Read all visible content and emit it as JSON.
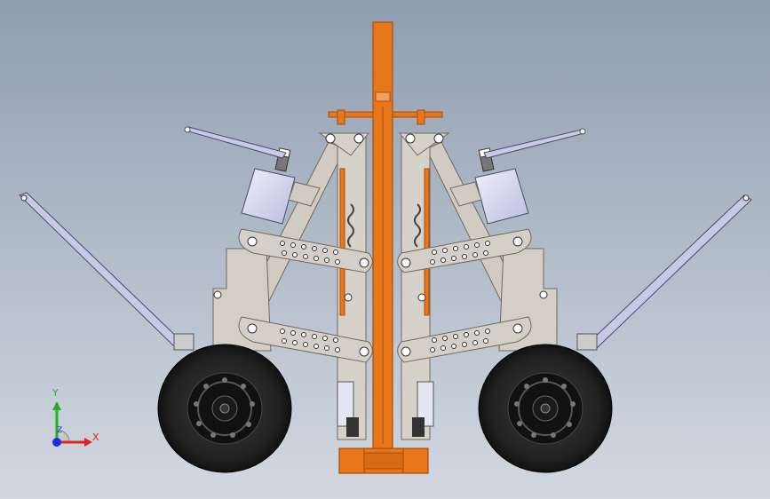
{
  "viewport": {
    "background_top": "#8f9db0",
    "background_bottom": "#d2d8e1"
  },
  "colors": {
    "orange": "#e8761a",
    "orange_dark": "#a84f0c",
    "bracket_gray": "#cfcac0",
    "bracket_edge": "#6f6a60",
    "tire": "#262626",
    "rim": "#1a1a1a",
    "handle": "#c4c8e6",
    "cylinder": "#d7daf2"
  },
  "triad": {
    "x_label": "X",
    "y_label": "Y",
    "z_label": "Z",
    "x_color": "#e0231f",
    "y_color": "#20b020",
    "z_color": "#1f2ee0"
  },
  "icons": {
    "triad": "coordinate-triad-icon",
    "model": "mechanical-assembly-model"
  }
}
